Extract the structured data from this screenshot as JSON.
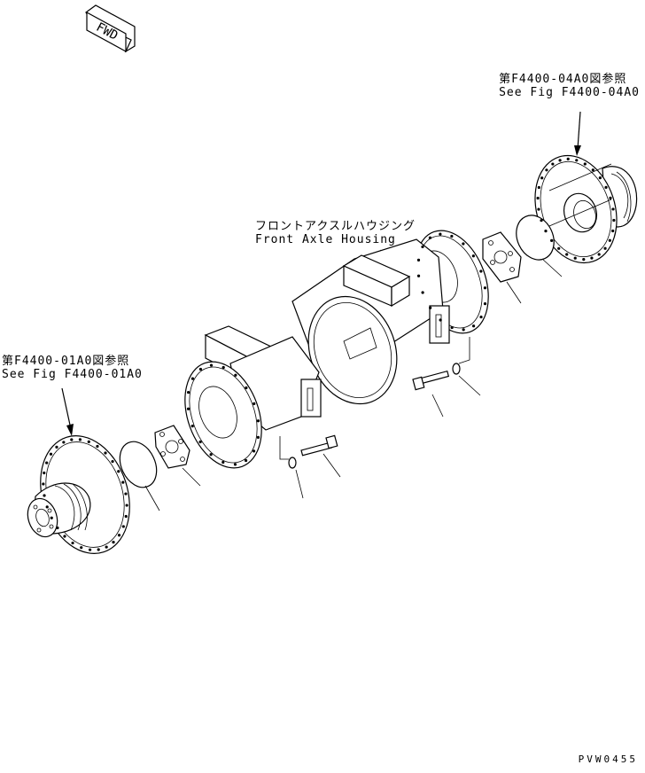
{
  "fwd_arrow": {
    "text": "FWD"
  },
  "ref_right": {
    "jp": "第F4400-04A0図参照",
    "en": "See Fig F4400-04A0"
  },
  "ref_left": {
    "jp": "第F4400-01A0図参照",
    "en": "See Fig F4400-01A0"
  },
  "housing": {
    "jp": "フロントアクスルハウジング",
    "en": "Front Axle Housing"
  },
  "drawing_code": "PVW0455"
}
